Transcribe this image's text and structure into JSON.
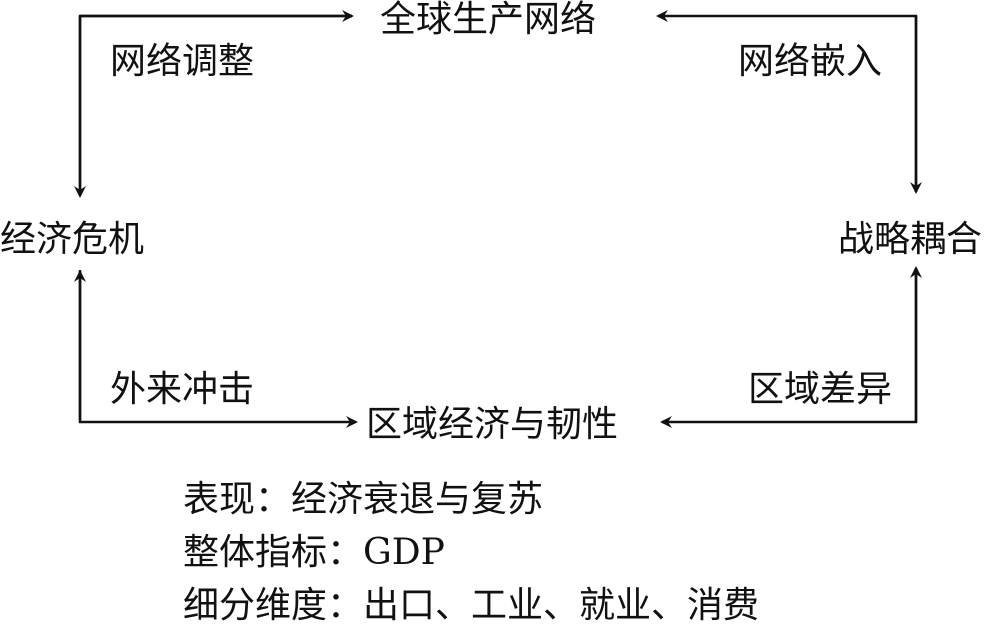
{
  "nodes": {
    "top": "全球生产网络",
    "left": "经济危机",
    "right": "战略耦合",
    "bottom": "区域经济与韧性"
  },
  "edges": {
    "top_left": "网络调整",
    "top_right": "网络嵌入",
    "bottom_left": "外来冲击",
    "bottom_right": "区域差异"
  },
  "notes": [
    "表现：经济衰退与复苏",
    "整体指标：GDP",
    "细分维度：出口、工业、就业、消费"
  ]
}
